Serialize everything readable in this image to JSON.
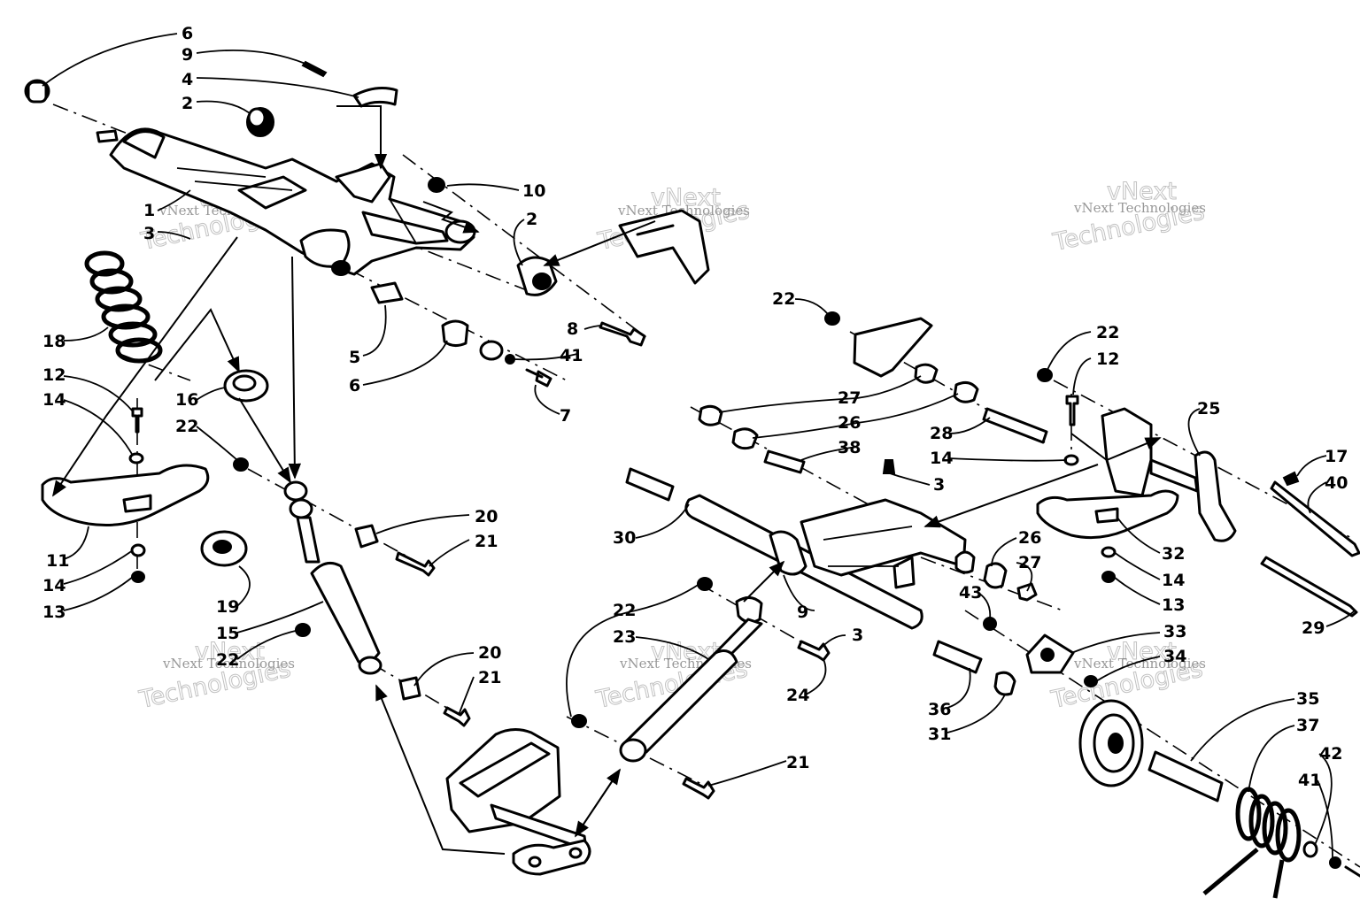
{
  "watermark": {
    "name": "vNext Technologies",
    "word1": "vNext",
    "word2": "Technologies"
  },
  "callouts": [
    {
      "id": "c1",
      "text": "6"
    },
    {
      "id": "c2",
      "text": "9"
    },
    {
      "id": "c3",
      "text": "4"
    },
    {
      "id": "c4",
      "text": "2"
    },
    {
      "id": "c5",
      "text": "1"
    },
    {
      "id": "c6",
      "text": "3"
    },
    {
      "id": "c7",
      "text": "10"
    },
    {
      "id": "c8",
      "text": "2"
    },
    {
      "id": "c9",
      "text": "18"
    },
    {
      "id": "c10",
      "text": "12"
    },
    {
      "id": "c11",
      "text": "14"
    },
    {
      "id": "c12",
      "text": "16"
    },
    {
      "id": "c13",
      "text": "22"
    },
    {
      "id": "c14",
      "text": "5"
    },
    {
      "id": "c15",
      "text": "6"
    },
    {
      "id": "c16",
      "text": "8"
    },
    {
      "id": "c17",
      "text": "41"
    },
    {
      "id": "c18",
      "text": "7"
    },
    {
      "id": "c19",
      "text": "11"
    },
    {
      "id": "c20",
      "text": "14"
    },
    {
      "id": "c21",
      "text": "13"
    },
    {
      "id": "c22",
      "text": "20"
    },
    {
      "id": "c23",
      "text": "21"
    },
    {
      "id": "c24",
      "text": "19"
    },
    {
      "id": "c25",
      "text": "15"
    },
    {
      "id": "c26",
      "text": "22"
    },
    {
      "id": "c27",
      "text": "20"
    },
    {
      "id": "c28",
      "text": "21"
    },
    {
      "id": "c29",
      "text": "22"
    },
    {
      "id": "c30",
      "text": "27"
    },
    {
      "id": "c31",
      "text": "26"
    },
    {
      "id": "c32",
      "text": "38"
    },
    {
      "id": "c33",
      "text": "28"
    },
    {
      "id": "c34",
      "text": "14"
    },
    {
      "id": "c35",
      "text": "22"
    },
    {
      "id": "c36",
      "text": "12"
    },
    {
      "id": "c37",
      "text": "25"
    },
    {
      "id": "c38",
      "text": "17"
    },
    {
      "id": "c39",
      "text": "40"
    },
    {
      "id": "c40",
      "text": "3"
    },
    {
      "id": "c41",
      "text": "30"
    },
    {
      "id": "c42",
      "text": "26"
    },
    {
      "id": "c43",
      "text": "27"
    },
    {
      "id": "c44",
      "text": "43"
    },
    {
      "id": "c45",
      "text": "32"
    },
    {
      "id": "c46",
      "text": "14"
    },
    {
      "id": "c47",
      "text": "13"
    },
    {
      "id": "c48",
      "text": "29"
    },
    {
      "id": "c49",
      "text": "22"
    },
    {
      "id": "c50",
      "text": "23"
    },
    {
      "id": "c51",
      "text": "9"
    },
    {
      "id": "c52",
      "text": "3"
    },
    {
      "id": "c53",
      "text": "24"
    },
    {
      "id": "c54",
      "text": "33"
    },
    {
      "id": "c55",
      "text": "34"
    },
    {
      "id": "c56",
      "text": "36"
    },
    {
      "id": "c57",
      "text": "31"
    },
    {
      "id": "c58",
      "text": "35"
    },
    {
      "id": "c59",
      "text": "37"
    },
    {
      "id": "c60",
      "text": "42"
    },
    {
      "id": "c61",
      "text": "41"
    },
    {
      "id": "c62",
      "text": "21"
    }
  ]
}
